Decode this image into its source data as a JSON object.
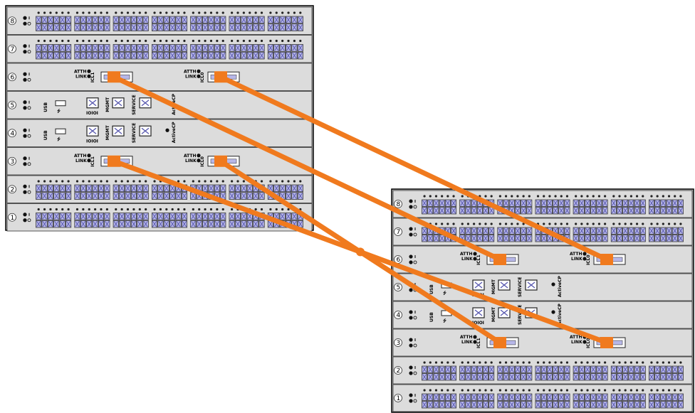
{
  "chassis": [
    {
      "id": "left",
      "slots": [
        {
          "num": "8",
          "type": "port"
        },
        {
          "num": "7",
          "type": "port"
        },
        {
          "num": "6",
          "type": "icl",
          "left_label": "ICL1",
          "right_label": "ICL0",
          "led_labels": [
            "ATTH",
            "LINK"
          ]
        },
        {
          "num": "5",
          "type": "cp",
          "usb": "USB",
          "mgmt": "MGMT",
          "service": "SERVICE",
          "console": "IOIOI",
          "active": "ActiveCP"
        },
        {
          "num": "4",
          "type": "cp",
          "usb": "USB",
          "mgmt": "MGMT",
          "service": "SERVICE",
          "console": "IOIOI",
          "active": "ActiveCP"
        },
        {
          "num": "3",
          "type": "icl",
          "left_label": "ICL1",
          "right_label": "ICL0",
          "led_labels": [
            "ATTH",
            "LINK"
          ]
        },
        {
          "num": "2",
          "type": "port"
        },
        {
          "num": "1",
          "type": "port"
        }
      ]
    },
    {
      "id": "right",
      "slots": [
        {
          "num": "8",
          "type": "port"
        },
        {
          "num": "7",
          "type": "port"
        },
        {
          "num": "6",
          "type": "icl",
          "left_label": "ICL1",
          "right_label": "ICL0",
          "led_labels": [
            "ATTH",
            "LINK"
          ]
        },
        {
          "num": "5",
          "type": "cp",
          "usb": "USB",
          "mgmt": "MGMT",
          "service": "SERVICE",
          "console": "IOIOI",
          "active": "ActiveCP"
        },
        {
          "num": "4",
          "type": "cp",
          "usb": "USB",
          "mgmt": "MGMT",
          "service": "SERVICE",
          "console": "IOIOI",
          "active": "ActiveCP"
        },
        {
          "num": "3",
          "type": "icl",
          "left_label": "ICL1",
          "right_label": "ICL0",
          "led_labels": [
            "ATTH",
            "LINK"
          ]
        },
        {
          "num": "2",
          "type": "port"
        },
        {
          "num": "1",
          "type": "port"
        }
      ]
    }
  ],
  "cables": [
    {
      "from": "left-slot6-icl1",
      "to": "right-slot6-icl1"
    },
    {
      "from": "left-slot6-icl0",
      "to": "right-slot6-icl0"
    },
    {
      "from": "left-slot3-icl1",
      "to": "right-slot3-icl0"
    },
    {
      "from": "left-slot3-icl0",
      "to": "right-slot3-icl1"
    }
  ],
  "colors": {
    "cable": "#f07a1e",
    "blade": "#dcdcdc",
    "chassis_border": "#000000",
    "port_fill": "#b7b7e8",
    "port_x": "#5a5ab0"
  }
}
